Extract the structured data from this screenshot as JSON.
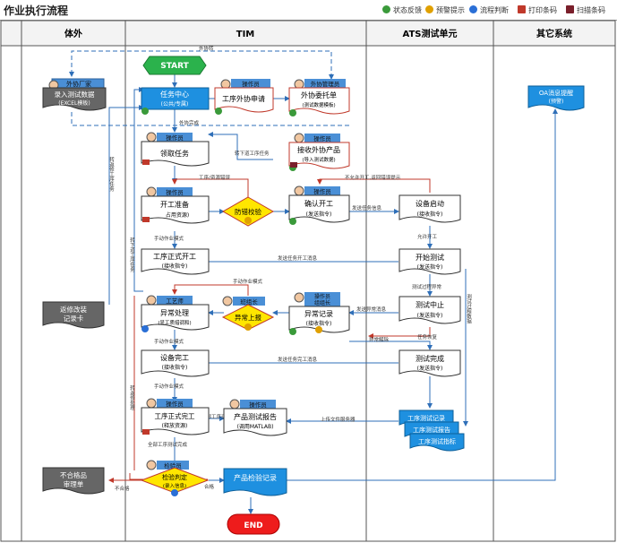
{
  "header": {
    "title": "作业执行流程",
    "legend": [
      {
        "label": "状态反馈",
        "icon": "status-feedback-icon",
        "color": "#3a9a3a"
      },
      {
        "label": "预警提示",
        "icon": "warning-icon",
        "color": "#e0a000"
      },
      {
        "label": "流程判断",
        "icon": "decision-icon",
        "color": "#2a6fd6"
      },
      {
        "label": "打印条码",
        "icon": "print-barcode-icon",
        "color": "#c0392b"
      },
      {
        "label": "扫描条码",
        "icon": "scan-barcode-icon",
        "color": "#7a1f2b"
      }
    ]
  },
  "lanes": [
    "体外",
    "TIM",
    "ATS测试单元",
    "其它系统"
  ],
  "nodes": {
    "start": "START",
    "end": "END",
    "outsource_vendor_role": "外协厂家",
    "input_test_data": "录入测试数据",
    "input_test_data_sub": "(EXCEL模板)",
    "task_center": "任务中心",
    "task_center_sub": "(公共/专属)",
    "operator_role": "操作员",
    "process_outsource_apply": "工序外协申请",
    "outsource_admin_role": "外协管理员",
    "outsource_entrust": "外协委托单",
    "outsource_entrust_sub": "(测试数据模板)",
    "receive_product": "接收外协产品",
    "receive_product_sub": "(导入测试数据)",
    "claim_task": "领取任务",
    "work_prepare": "开工准备",
    "work_prepare_sub": "占用资源)",
    "foolproof_check": "防错校验",
    "confirm_start": "确认开工",
    "confirm_start_sub": "(发送指令)",
    "device_start": "设备启动",
    "device_start_sub": "(接收指令)",
    "formal_start": "工序正式开工",
    "formal_start_sub": "(接收指令)",
    "begin_test": "开始测试",
    "begin_test_sub": "(发送指令)",
    "engineer_role": "工艺师",
    "anomaly_handle": "异常处理",
    "anomaly_handle_sub": "(显工质措调和)",
    "team_leader_role": "班组长",
    "anomaly_report": "异常上报",
    "operator_leader_role": "操作员\n组组长",
    "anomaly_record": "异常记录",
    "anomaly_record_sub": "(接收指令)",
    "test_abort": "测试中止",
    "test_abort_sub": "(发送指令)",
    "device_complete": "设备完工",
    "device_complete_sub": "(接收指令)",
    "test_complete": "测试完成",
    "test_complete_sub": "(发送指令)",
    "formal_complete": "工序正式完工",
    "formal_complete_sub": "(释放资源)",
    "product_test_report": "产品测试报告",
    "product_test_report_sub": "(调用MATLAB)",
    "process_test_record": "工序测试记录",
    "process_test_report": "工序测试报告",
    "process_test_index": "工序测试指标",
    "inspector_role": "检验员",
    "inspection_decision": "检验判定",
    "inspection_decision_sub": "(录入信息)",
    "product_inspection_record": "产品检验记录",
    "rework_card": "返修改装\n记录卡",
    "nonconforming_form": "不合格品\n审理单",
    "oa_reminder": "OA消息提醒",
    "oa_reminder_sub": "(预警)"
  },
  "edge_labels": {
    "outsource_transfer": "外协转",
    "outsource_complete": "外协完成",
    "transfer_next": "转下道工序任务",
    "work_resource_error": "工序/资源错误",
    "not_allowed": "不允许开工,返回错误提示",
    "send_task_info": "发送任务信息",
    "allow_start": "允许开工",
    "send_formal_start_msg": "发送任务开工消息",
    "manual_mode": "手动作业模式",
    "test_anomaly": "测试过程异常",
    "send_anomaly_msg": "发送异常消息",
    "anomaly_cleared": "异常解除",
    "task_restore": "任务恢复",
    "send_complete_msg": "发送任务完工消息",
    "all_complete": "全部工序测试完成",
    "upload_file_server": "上传文件服务器",
    "unqualified": "不合格",
    "qualified": "合格",
    "vertical_transfer_left": "转返修工序任务",
    "vertical_transfer_mid": "转下道工序任务",
    "vertical_transfer_low": "转返修处理",
    "test_process_data": "测试过程数据"
  }
}
